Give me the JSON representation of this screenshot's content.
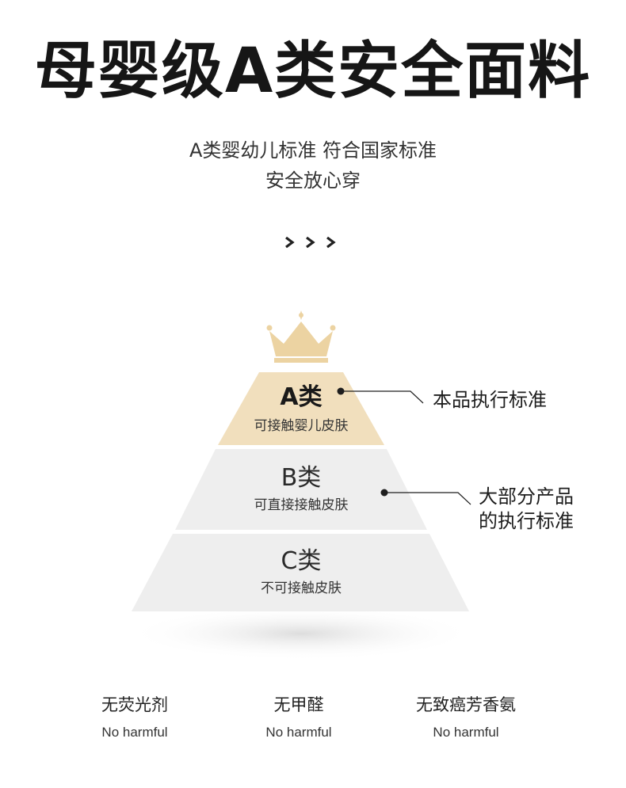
{
  "title": "母婴级A类安全面料",
  "subtitle": {
    "line1": "A类婴幼儿标准 符合国家标准",
    "line2": "安全放心穿"
  },
  "pyramid": {
    "tiers": [
      {
        "label": "A类",
        "desc": "可接触婴儿皮肤"
      },
      {
        "label": "B类",
        "desc": "可直接接触皮肤"
      },
      {
        "label": "C类",
        "desc": "不可接触皮肤"
      }
    ],
    "callouts": {
      "a": "本品执行标准",
      "b_line1": "大部分产品",
      "b_line2": "的执行标准"
    }
  },
  "benefits": [
    {
      "title": "无荧光剂",
      "sub": "No harmful"
    },
    {
      "title": "无甲醛",
      "sub": "No harmful"
    },
    {
      "title": "无致癌芳香氨",
      "sub": "No harmful"
    }
  ],
  "colors": {
    "tier_a": "#f1dfbd",
    "tier_bc": "#eeeeee",
    "crown": "#ecd3a2",
    "text": "#1e1e1e"
  }
}
